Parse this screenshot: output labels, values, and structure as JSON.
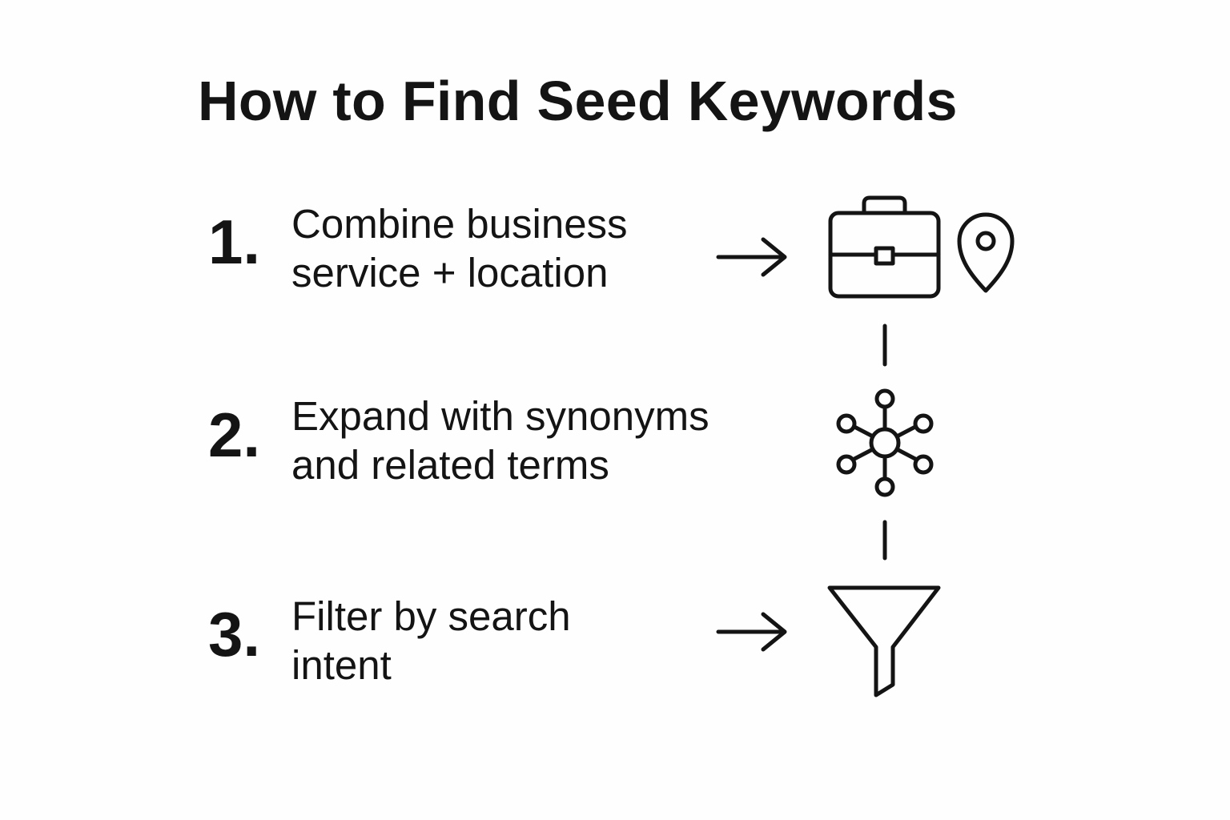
{
  "title": "How to Find Seed Keywords",
  "steps": [
    {
      "number": "1.",
      "lines": [
        "Combine business",
        "service + location"
      ],
      "icons": [
        "briefcase-icon",
        "location-pin-icon"
      ]
    },
    {
      "number": "2.",
      "lines": [
        "Expand with synonyms",
        "and related terms"
      ],
      "icons": [
        "network-hub-icon"
      ]
    },
    {
      "number": "3.",
      "lines": [
        "Filter by search",
        "intent"
      ],
      "icons": [
        "funnel-icon"
      ]
    }
  ],
  "colors": {
    "ink": "#141414",
    "background": "#fefefe"
  }
}
